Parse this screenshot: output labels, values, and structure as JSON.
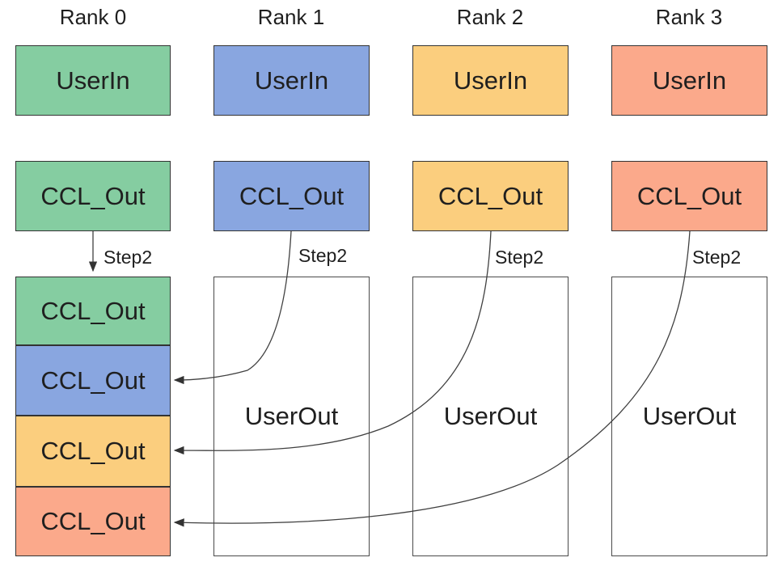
{
  "ranks": [
    {
      "title": "Rank 0",
      "user_in": "UserIn",
      "ccl_out": "CCL_Out",
      "step": "Step2",
      "color": "#85CDA1"
    },
    {
      "title": "Rank 1",
      "user_in": "UserIn",
      "ccl_out": "CCL_Out",
      "step": "Step2",
      "user_out": "UserOut",
      "color": "#89A6E0"
    },
    {
      "title": "Rank 2",
      "user_in": "UserIn",
      "ccl_out": "CCL_Out",
      "step": "Step2",
      "user_out": "UserOut",
      "color": "#FBCE7E"
    },
    {
      "title": "Rank 3",
      "user_in": "UserIn",
      "ccl_out": "CCL_Out",
      "step": "Step2",
      "user_out": "UserOut",
      "color": "#FBA98B"
    }
  ],
  "rank0_stack": [
    {
      "label": "CCL_Out",
      "color": "#85CDA1"
    },
    {
      "label": "CCL_Out",
      "color": "#89A6E0"
    },
    {
      "label": "CCL_Out",
      "color": "#FBCE7E"
    },
    {
      "label": "CCL_Out",
      "color": "#FBA98B"
    }
  ],
  "colors": {
    "box_border": "#333333",
    "userout_border": "#4a4a4a",
    "connector": "#404040",
    "text": "#1f1f1f",
    "background": "#ffffff"
  }
}
